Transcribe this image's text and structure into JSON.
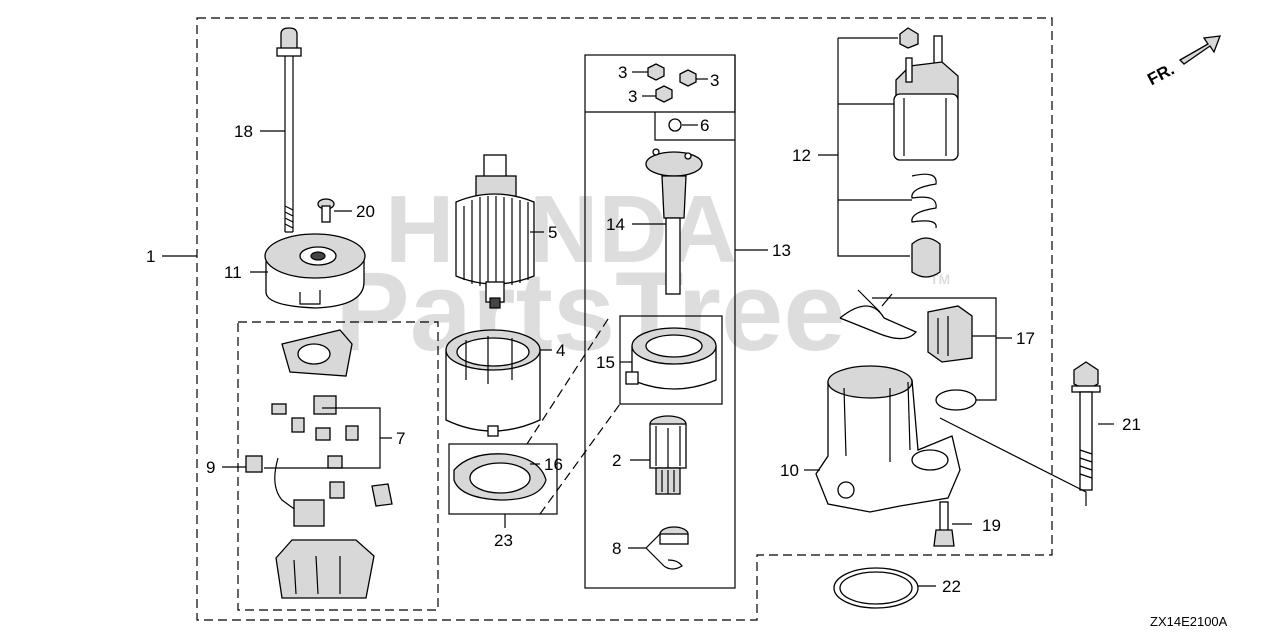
{
  "watermark": {
    "brand": "HONDA",
    "site": "PartsTree",
    "tm": "TM"
  },
  "diagram_code": "ZX14E2100A",
  "direction_label": "FR.",
  "callouts": {
    "c1": "1",
    "c2": "2",
    "c3a": "3",
    "c3b": "3",
    "c3c": "3",
    "c4": "4",
    "c5": "5",
    "c6": "6",
    "c7": "7",
    "c8": "8",
    "c9": "9",
    "c10": "10",
    "c11": "11",
    "c12": "12",
    "c13": "13",
    "c14": "14",
    "c15": "15",
    "c16": "16",
    "c17": "17",
    "c18": "18",
    "c19": "19",
    "c20": "20",
    "c21": "21",
    "c22": "22",
    "c23": "23"
  }
}
